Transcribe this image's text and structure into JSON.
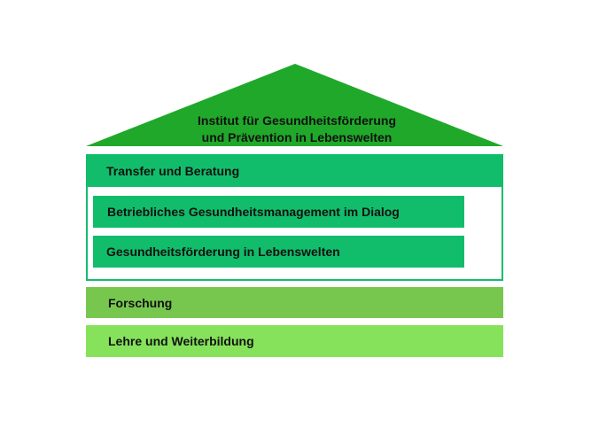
{
  "roof": {
    "title_line1": "Institut für Gesundheitsförderung",
    "title_line2": "und Prävention in Lebenswelten",
    "color": "#20a82a"
  },
  "pillar": {
    "border_color": "#11bd6b",
    "transfer": "Transfer und Beratung",
    "items": [
      "Betriebliches Gesundheitsmanagement im Dialog",
      "Gesundheitsförderung in Lebenswelten"
    ]
  },
  "foundations": [
    {
      "label": "Forschung",
      "color": "#77c74f"
    },
    {
      "label": "Lehre und Weiterbildung",
      "color": "#86e25b"
    }
  ]
}
